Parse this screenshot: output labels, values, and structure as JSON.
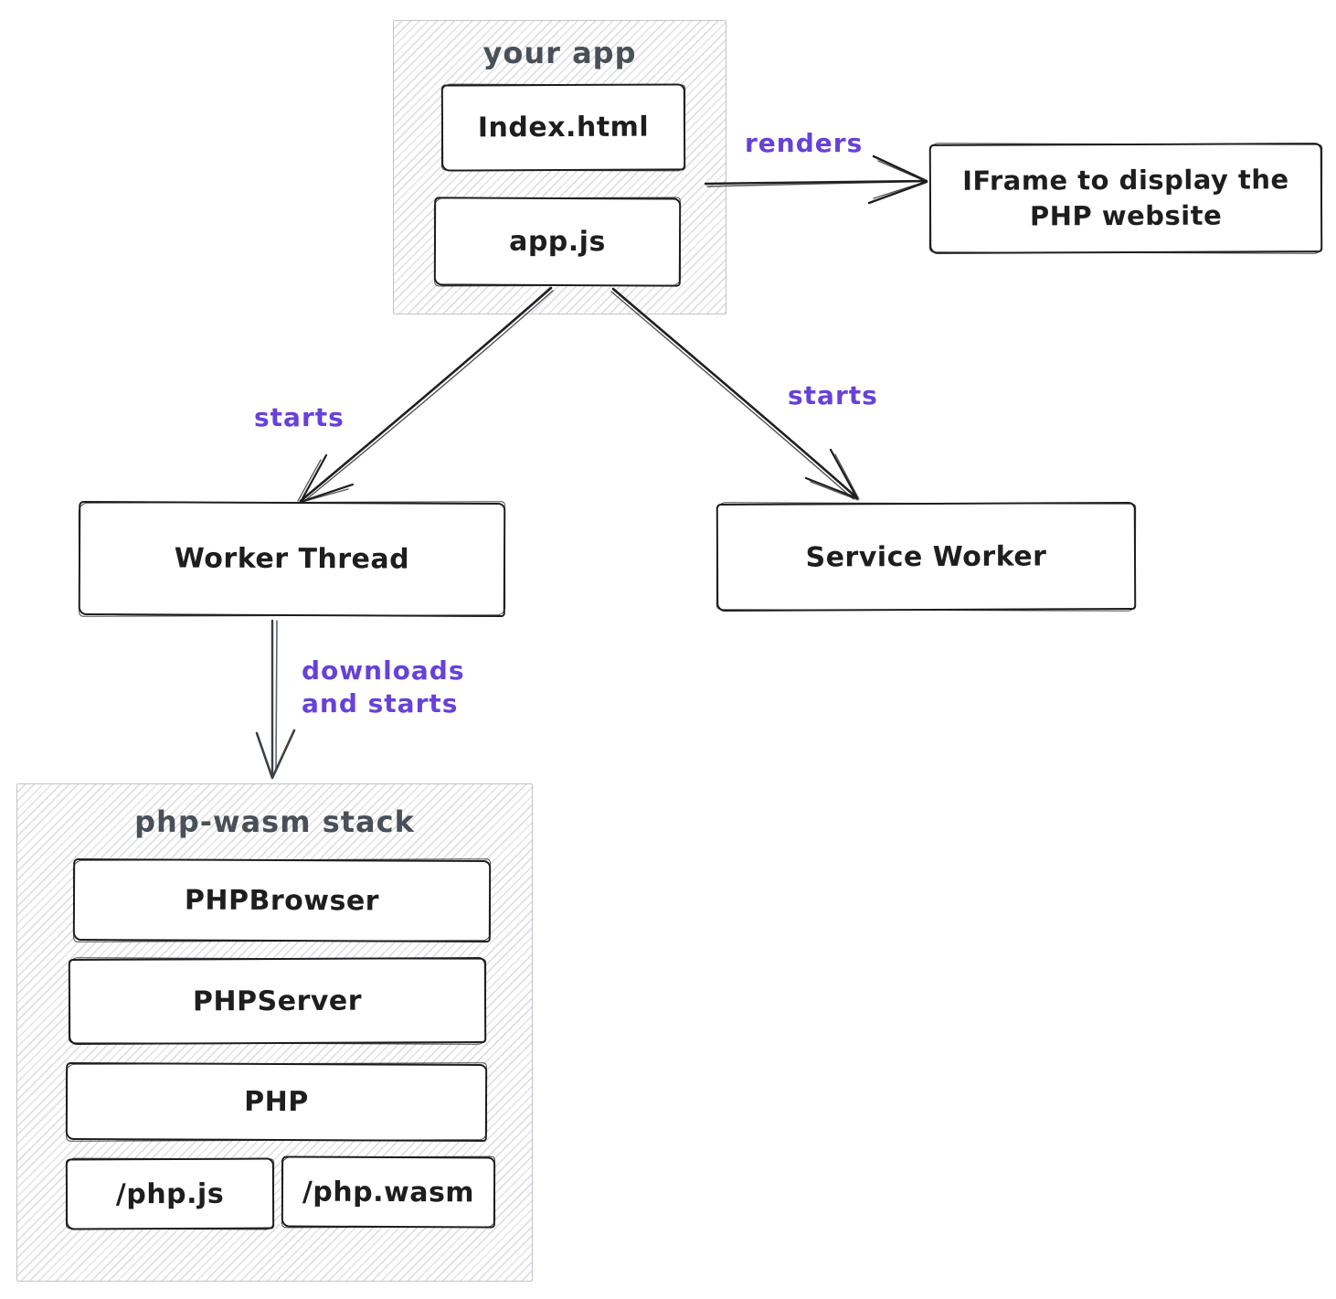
{
  "containers": {
    "your_app": "your app",
    "php_wasm": "php-wasm stack"
  },
  "nodes": {
    "index_html": "Index.html",
    "app_js": "app.js",
    "iframe": "IFrame to display the PHP website",
    "worker_thread": "Worker Thread",
    "service_worker": "Service Worker",
    "phpbrowser": "PHPBrowser",
    "phpserver": "PHPServer",
    "php": "PHP",
    "php_js_file": "/php.js",
    "php_wasm_file": "/php.wasm"
  },
  "edges": {
    "renders": "renders",
    "starts_worker": "starts",
    "starts_service": "starts",
    "downloads": "downloads\nand starts"
  },
  "colors": {
    "stroke": "#1e1e1e",
    "edge_label": "#6741d9",
    "container_title": "#495057",
    "hatch_line": "#d9d9e0",
    "container_border": "#c3c3cd",
    "downloads_arrow": "#3a4046",
    "background": "#ffffff"
  }
}
